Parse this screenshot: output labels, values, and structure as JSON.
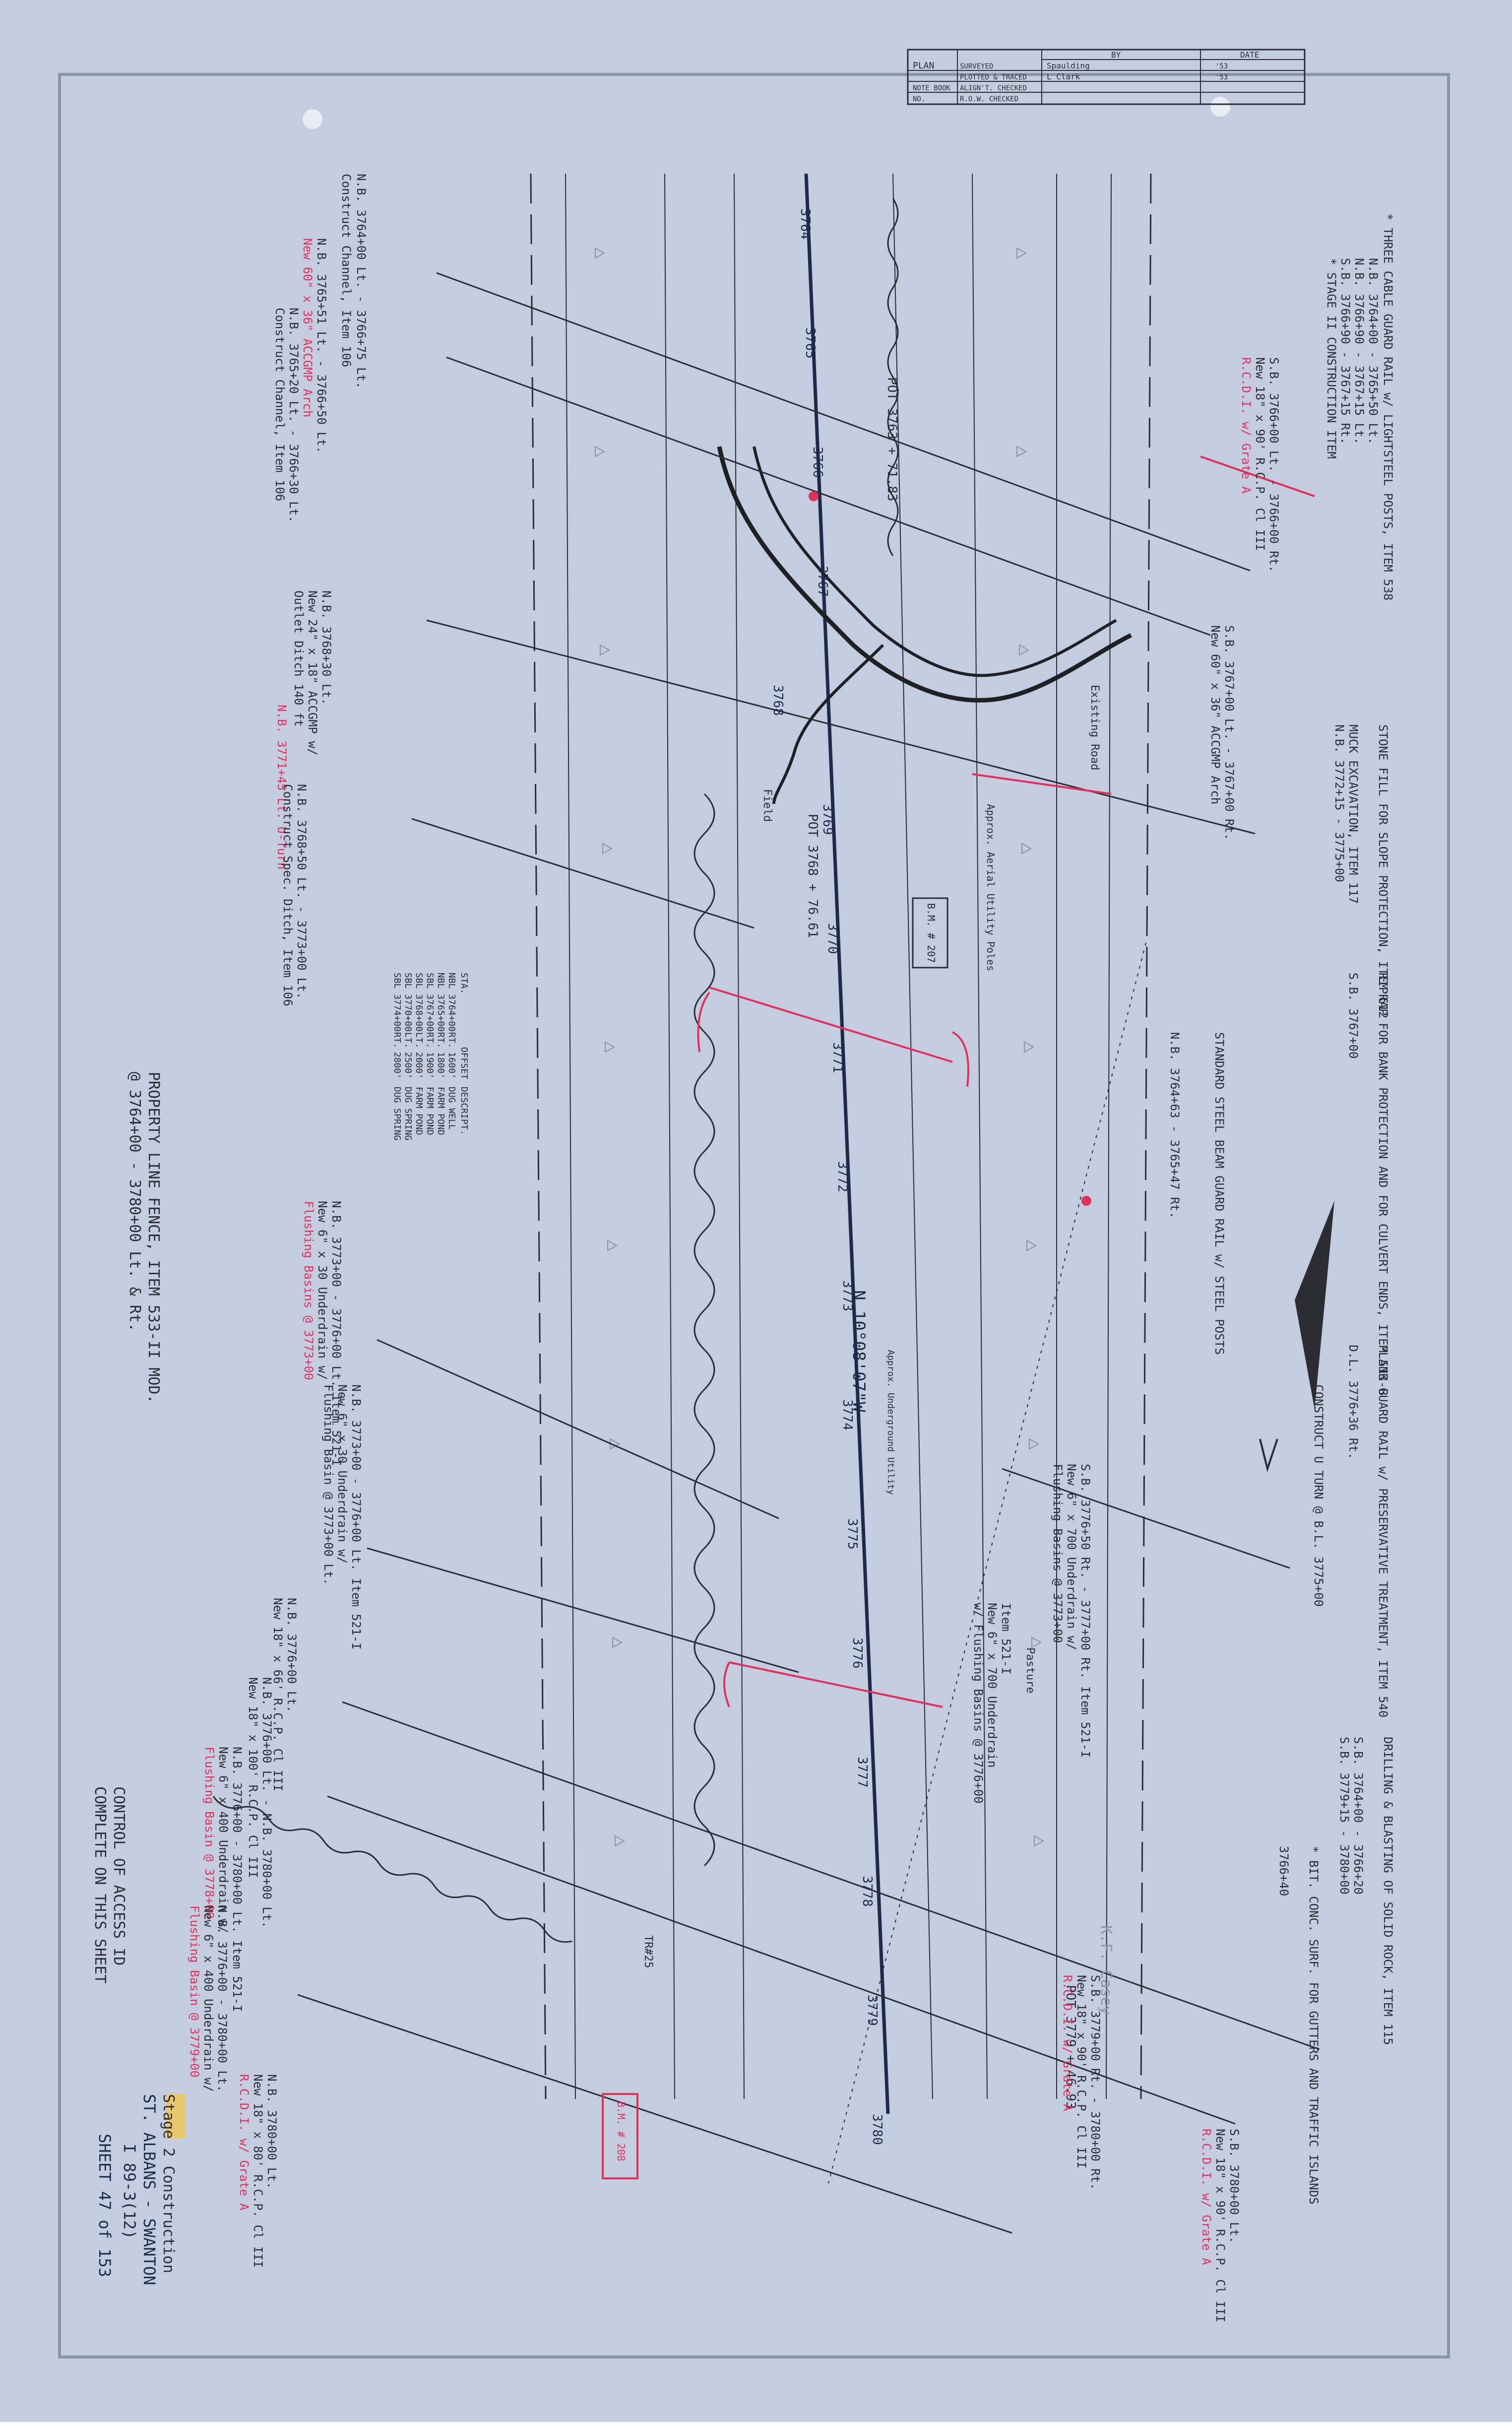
{
  "title_block": {
    "headers": [
      "",
      "",
      "BY",
      "DATE"
    ],
    "rows": [
      {
        "col1": "PLAN",
        "col2": "SURVEYED",
        "by": "Spaulding",
        "date": "'53"
      },
      {
        "col1": "",
        "col2": "PLOTTED & TRACED",
        "by": "L Clark",
        "date": "'53"
      },
      {
        "col1": "NOTE BOOK",
        "col2": "ALIGN'T. CHECKED",
        "by": "",
        "date": ""
      },
      {
        "col1": "NO.",
        "col2": "R.O.W. CHECKED",
        "by": "",
        "date": ""
      }
    ]
  },
  "stations": [
    "3764",
    "3765",
    "3766",
    "3767",
    "3768",
    "3769",
    "3770",
    "3771",
    "3772",
    "3773",
    "3774",
    "3775",
    "3776",
    "3777",
    "3778",
    "3779",
    "3780"
  ],
  "bearing": "N 10°08'07\"W",
  "pot_labels": [
    "POT 3763 + 71.83",
    "POT 3768 + 76.61",
    "POT 3779 + 46.93"
  ],
  "left_notes": [
    "N.B. 3764+00 Lt. - 3766+75 Lt.",
    "Construct Channel, Item 106",
    "N.B. 3765+51 Lt. - 3766+50 Lt.",
    "New 60\" x 36\" ACCGMP Arch",
    "N.B. 3765+20 Lt. - 3766+30 Lt.",
    "Construct Channel, Item 106",
    "N.B. 3768+30 Lt.",
    "New 24\" x 18\" ACCGMP w/",
    "Outlet Ditch 140 ft",
    "N.B. 3771+45 Lt.  U-Turn",
    "N.B. 3768+50 Lt. - 3773+00 Lt.",
    "Construct Spec. Ditch, Item 106",
    "N.B. 3773+00 - 3776+00 Lt.  Item 521-I",
    "New 6\" x 30 Underdrain w/",
    "Flushing Basins @ 3773+00",
    "N.B. 3773+00 - 3776+00 Lt.  Item 521-I",
    "New 6\" x 30 Underdrain w/",
    "Flushing Basin @ 3773+00 Lt.",
    "N.B. 3776+00 Lt.",
    "New 18\" x 66' R.C.P. Cl III",
    "N.B. 3776+00 Lt. - N.B. 3780+00 Lt.",
    "New 18\" x 100' R.C.P. Cl III",
    "N.B. 3776+00 - 3780+00 Lt.  Item 521-I",
    "New 6\" x 400 Underdrain w/",
    "Flushing Basin @ 3778+00",
    "N.B. 3776+00 - 3780+00 Lt.",
    "New 6\" x 400 Underdrain w/",
    "Flushing Basin @ 3779+00",
    "N.B. 3780+00 Lt.",
    "New 18\" x 80' R.C.P. Cl III",
    "R.C.D.I. w/ Grate A"
  ],
  "property_note": [
    "PROPERTY LINE FENCE, ITEM 533-II MOD.",
    "@ 3764+00 - 3780+00 Lt. & Rt."
  ],
  "control_note": [
    "CONTROL OF ACCESS ID",
    "COMPLETE ON THIS SHEET"
  ],
  "well_table": {
    "headers": [
      "STA.",
      "",
      "OFFSET",
      "DESCRIPT."
    ],
    "rows": [
      [
        "NBL 3764+00",
        "RT.",
        "1600'",
        "DUG WELL"
      ],
      [
        "NBL 3765+00",
        "RT.",
        "1800'",
        "FARM POND"
      ],
      [
        "SBL 3767+00",
        "RT.",
        "1900'",
        "FARM POND"
      ],
      [
        "SBL 3768+00",
        "LT.",
        "2000'",
        "FARM POND"
      ],
      [
        "SBL 3770+00",
        "LT.",
        "2500'",
        "DUG SPRING"
      ],
      [
        "SBL 3774+00",
        "RT.",
        "2800'",
        "DUG SPRING"
      ]
    ]
  },
  "right_notes": [
    "* THREE CABLE GUARD RAIL w/ LIGHTSTEEL POSTS, ITEM 538",
    "N.B. 3764+00 - 3765+50 Lt.",
    "N.B. 3766+90 - 3767+15 Lt.",
    "S.B. 3766+90 - 3767+15 Rt.",
    "* STAGE II CONSTRUCTION ITEM",
    "S.B. 3766+00 Lt. - 3766+00 Rt.",
    "New 18\" x 90' R.C.P. Cl III",
    "R.C.D.I. w/ Grate A",
    "S.B. 3767+00 Lt. - 3767+00 Rt.",
    "New 60\" x 36\" ACCGMP Arch",
    "STONE FILL FOR SLOPE PROTECTION, ITEM 612",
    "MUCK EXCAVATION, ITEM 117",
    "N.B. 3772+15 - 3775+00",
    "RIPRAP FOR BANK PROTECTION AND FOR CULVERT ENDS, ITEM 513-B",
    "S.B. 3767+00",
    "STANDARD STEEL BEAM GUARD RAIL w/ STEEL POSTS",
    "N.B. 3764+63 - 3765+47 Rt.",
    "PLANK GUARD RAIL w/ PRESERVATIVE TREATMENT, ITEM 540",
    "D.L. 3776+36 Rt.",
    "CONSTRUCT U TURN @ B.L. 3775+00",
    "S.B. 3776+50 Rt. - 3777+00 Rt.  Item 521-I",
    "New 6\" x 700 Underdrain w/",
    "Flushing Basins @ 3773+00",
    "Item 521-I",
    "New 6\" x 700 Underdrain",
    "w/ Flushing Basins @ 3776+00",
    "DRILLING & BLASTING OF SOLID ROCK, ITEM 115",
    "S.B. 3764+00 - 3766+20",
    "S.B. 3779+15 - 3780+00",
    "* BIT. CONC. SURF. FOR GUTTERS AND TRAFFIC ISLANDS",
    "3766+40",
    "S.B. 3779+00 Rt. - 3780+00 Rt.",
    "New 18\" x 90' R.C.P. Cl III",
    "R.C.D.I. w/ Grate A",
    "S.B. 3780+00 Lt.",
    "New 18\" x 90' R.C.P. Cl III",
    "R.C.D.I. w/ Grate A"
  ],
  "inline_labels": [
    "B.M. # 207",
    "Approx. Aerial Utility Poles",
    "Approx. Underground Utility",
    "Existing Road",
    "Pasture",
    "Field",
    "K.F. Casey",
    "TR#25",
    "B.M. # 208"
  ],
  "sheet_id": {
    "stage": "Stage 2 Construction",
    "project": "ST. ALBANS - SWANTON",
    "project_no": "I 89-3(12)",
    "sheet": "SHEET 47 of 153"
  },
  "colors": {
    "paper": "#c4cde0",
    "pencil": "#2b2d33",
    "red": "#e0305c",
    "faint": "#8b95a8",
    "navy": "#1e2a4a"
  }
}
